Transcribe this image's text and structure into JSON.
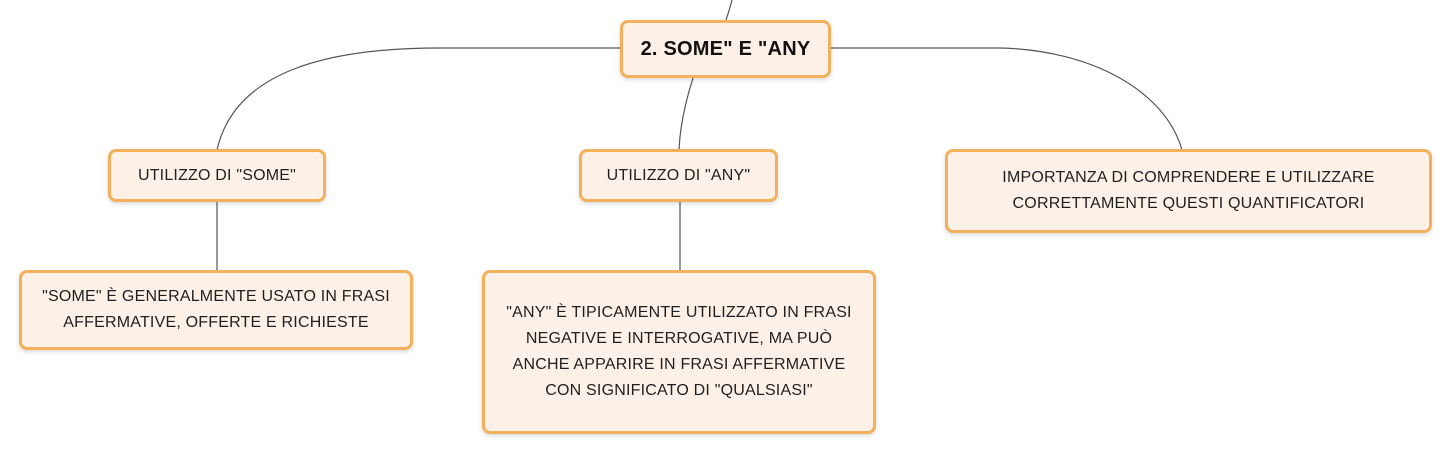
{
  "theme": {
    "node_fill": "#fdf1e7",
    "node_border": "#f2b15a",
    "connector": "#555555"
  },
  "root": {
    "label": "2. SOME\" E \"ANY"
  },
  "branches": [
    {
      "title": "UTILIZZO DI \"SOME\"",
      "detail": "\"SOME\" È GENERALMENTE USATO IN FRASI AFFERMATIVE, OFFERTE E RICHIESTE"
    },
    {
      "title": "UTILIZZO DI \"ANY\"",
      "detail": "\"ANY\" È TIPICAMENTE UTILIZZATO IN FRASI NEGATIVE E INTERROGATIVE, MA PUÒ ANCHE APPARIRE IN FRASI AFFERMATIVE CON SIGNIFICATO DI \"QUALSIASI\""
    },
    {
      "title": "IMPORTANZA DI COMPRENDERE E UTILIZZARE CORRETTAMENTE QUESTI QUANTIFICATORI"
    }
  ]
}
